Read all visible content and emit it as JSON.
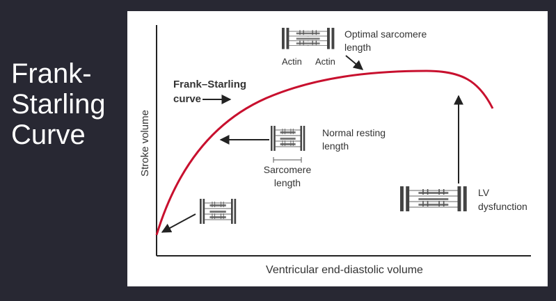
{
  "slide": {
    "title_lines": [
      "Frank-",
      "Starling",
      "Curve"
    ]
  },
  "diagram": {
    "x_axis_label": "Ventricular end-diastolic volume",
    "y_axis_label": "Stroke volume",
    "curve_label_line1": "Frank–Starling",
    "curve_label_line2": "curve",
    "optimal_label_line1": "Optimal sarcomere",
    "optimal_label_line2": "length",
    "actin_left": "Actin",
    "actin_right": "Actin",
    "normal_label_line1": "Normal resting",
    "normal_label_line2": "length",
    "sarcomere_label_line1": "Sarcomere",
    "sarcomere_label_line2": "length",
    "lv_label_line1": "LV",
    "lv_label_line2": "dysfunction",
    "curve_color": "#c8102e",
    "line_color": "#222222"
  }
}
